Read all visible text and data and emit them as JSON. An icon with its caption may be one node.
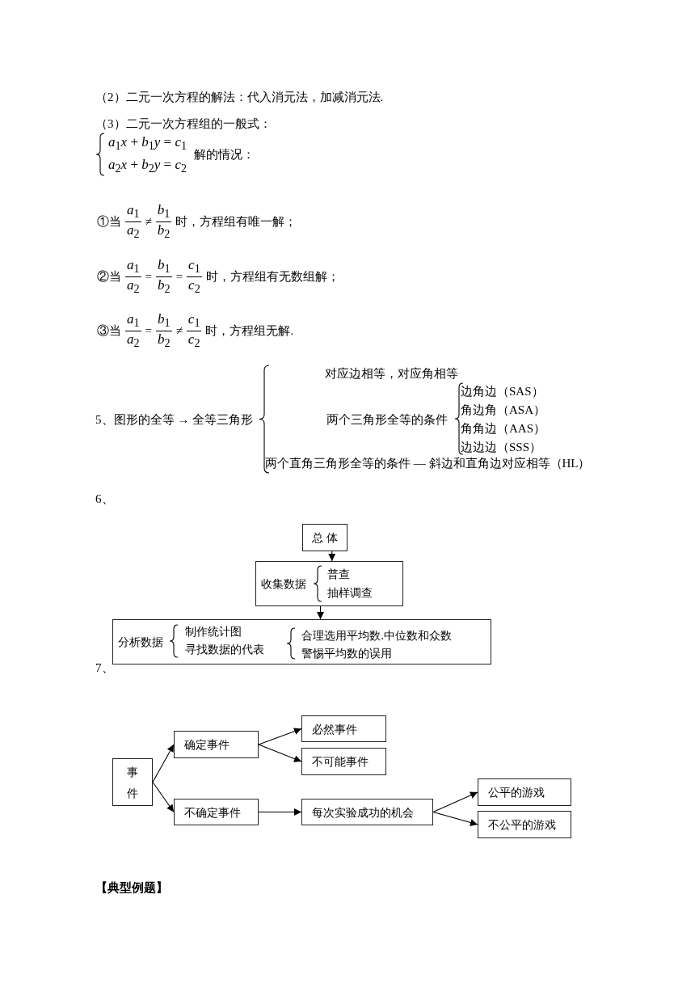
{
  "diagram": {
    "nodes": [
      {
        "text": [
          "总 体"
        ]
      },
      {
        "text": [
          "收集数据",
          "普查",
          "抽样调查"
        ]
      },
      {
        "text": [
          "分析数据",
          "制作统计图",
          "寻找数据的代表",
          "合理选用平均数.中位数和众数",
          "警惕平均数的误用"
        ]
      },
      {
        "text": [
          "事件"
        ]
      },
      {
        "text": [
          "确定事件"
        ]
      },
      {
        "text": [
          "不确定事件"
        ]
      },
      {
        "text": [
          "必然事件"
        ]
      },
      {
        "text": [
          "不可能事件"
        ]
      },
      {
        "text": [
          "每次实验成功的机会"
        ]
      },
      {
        "text": [
          "公平的游戏"
        ]
      },
      {
        "text": [
          "不公平的游戏"
        ]
      }
    ],
    "edges": [
      {
        "from": 0,
        "to": 1,
        "arrow": "to"
      },
      {
        "from": 1,
        "to": 2,
        "arrow": "to"
      },
      {
        "from": 3,
        "to": 4,
        "arrow": "to"
      },
      {
        "from": 3,
        "to": 5,
        "arrow": "to"
      },
      {
        "from": 4,
        "to": 6,
        "arrow": "to"
      },
      {
        "from": 4,
        "to": 7,
        "arrow": "to"
      },
      {
        "from": 5,
        "to": 8,
        "arrow": "to"
      },
      {
        "from": 8,
        "to": 9,
        "arrow": "to"
      },
      {
        "from": 8,
        "to": 10,
        "arrow": "to"
      }
    ],
    "labels": [
      "（2）二元一次方程的解法：代入消元法，加减消元法.",
      "（3）二元一次方程组的一般式：",
      "*a*$_{1}$*x* + *b*$_{1}$*y* = *c*$_{1}$",
      "*a*$_{2}$*x* + *b*$_{2}$*y* = *c*$_{2}$",
      "解的情况：",
      "①当",
      "*a*$_{1}$",
      "*a*$_{2}$",
      "≠",
      "*b*$_{1}$",
      "*b*$_{2}$",
      "时，方程组有唯一解；",
      "②当",
      "*a*$_{1}$",
      "*a*$_{2}$",
      "=",
      "*b*$_{1}$",
      "*b*$_{2}$",
      "=",
      "*c*$_{1}$",
      "*c*$_{2}$",
      "时，方程组有无数组解；",
      "③当",
      "*a*$_{1}$",
      "*a*$_{2}$",
      "=",
      "*b*$_{1}$",
      "*b*$_{2}$",
      "≠",
      "*c*$_{1}$",
      "*c*$_{2}$",
      "时，方程组无解.",
      "5、图形的全等 → 全等三角形",
      "对应边相等，对应角相等",
      "两个三角形全等的条件",
      "边角边（SAS）",
      "角边角（ASA）",
      "角角边（AAS）",
      "边边边（SSS）",
      "两个直角三角形全等的条件 — 斜边和直角边对应相等（HL）",
      "6、",
      "7、",
      "【典型例题】"
    ]
  }
}
